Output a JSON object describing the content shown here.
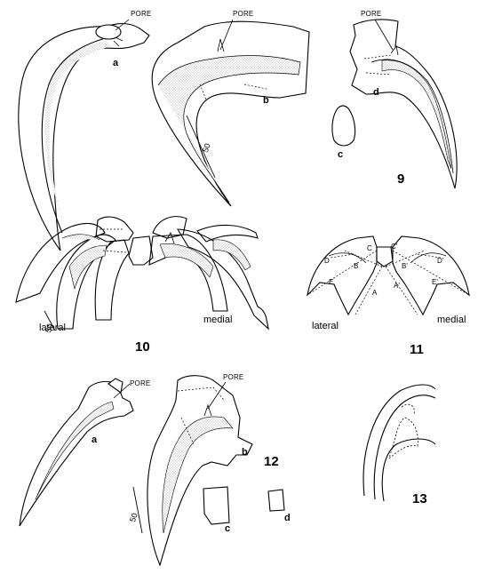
{
  "pore_label": "PORE",
  "fig9": {
    "number": "9",
    "parts": [
      "a",
      "b",
      "c",
      "d"
    ],
    "scale": "50"
  },
  "fig10": {
    "number": "10",
    "lateral": "lateral",
    "medial": "medial",
    "scale": "50"
  },
  "fig11": {
    "number": "11",
    "lateral": "lateral",
    "medial": "medial",
    "points": [
      "A",
      "B",
      "C",
      "D",
      "E",
      "A'",
      "B'",
      "C'",
      "D'",
      "E'"
    ]
  },
  "fig12": {
    "number": "12",
    "parts": [
      "a",
      "b",
      "c",
      "d"
    ],
    "scale": "50"
  },
  "fig13": {
    "number": "13"
  },
  "colors": {
    "ink": "#000000",
    "stipple": "#b8b8b8",
    "paper": "#ffffff"
  }
}
